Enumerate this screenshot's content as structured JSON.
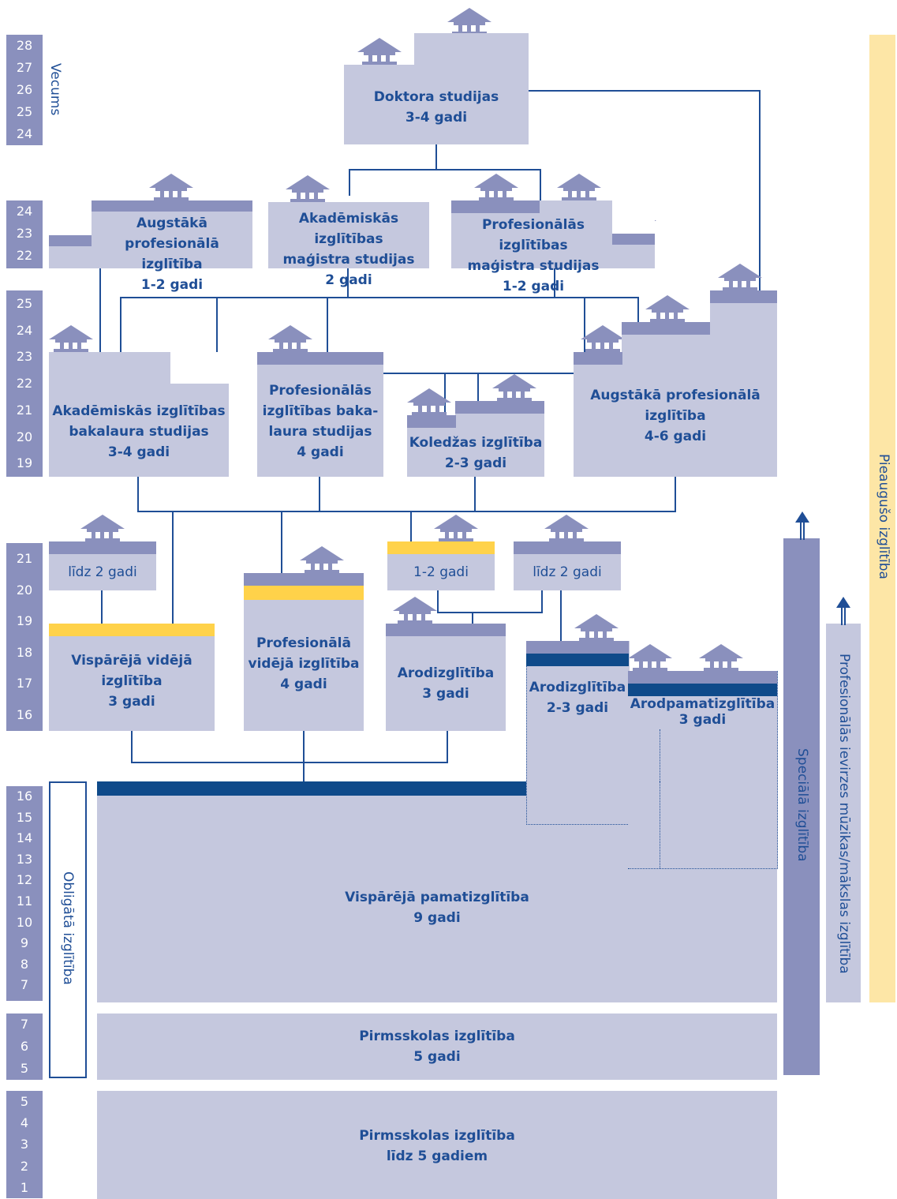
{
  "age_groups": {
    "g1": [
      "28",
      "27",
      "26",
      "25",
      "24"
    ],
    "g2": [
      "24",
      "23",
      "22"
    ],
    "g3": [
      "25",
      "24",
      "23",
      "22",
      "21",
      "20",
      "19"
    ],
    "g4": [
      "21",
      "20",
      "19",
      "18",
      "17",
      "16"
    ],
    "g5": [
      "16",
      "15",
      "14",
      "13",
      "12",
      "11",
      "10",
      "9",
      "8",
      "7"
    ],
    "g6": [
      "7",
      "6",
      "5"
    ],
    "g7": [
      "5",
      "4",
      "3",
      "2",
      "1"
    ]
  },
  "labels": {
    "vecums": "Vecums",
    "obligata": "Obligātā izglītība",
    "speciala": "Speciālā izglītība",
    "profesionalas_ievirzes": "Profesionālās ievirzes mūzikas/mākslas izglītība",
    "pieauguso": "Pieaugušo izglītība"
  },
  "boxes": {
    "doktora": [
      "Doktora studijas",
      "3-4 gadi"
    ],
    "augst_prof_top": [
      "Augstākā profesionālā",
      "izglītība",
      "1-2 gadi"
    ],
    "akad_magistra": [
      "Akadēmiskās izglītības",
      "maģistra studijas",
      "2 gadi"
    ],
    "prof_magistra": [
      "Profesionālās izglītības",
      "maģistra studijas",
      "1-2 gadi"
    ],
    "akad_bakalaura": [
      "Akadēmiskās izglītības",
      "bakalaura studijas",
      "3-4 gadi"
    ],
    "prof_bakalaura": [
      "Profesionālās",
      "izglītības baka-",
      "laura studijas",
      "4 gadi"
    ],
    "koledzas": [
      "Koledžas izglītība",
      "2-3 gadi"
    ],
    "augst_prof_mid": [
      "Augstākā profesionālā",
      "izglītība",
      "4-6 gadi"
    ],
    "lidz2_a": [
      "līdz 2 gadi"
    ],
    "gadi_1_2": [
      "1-2 gadi"
    ],
    "lidz2_b": [
      "līdz 2 gadi"
    ],
    "visparejas_videja": [
      "Vispārējā vidējā",
      "izglītība",
      "3 gadi"
    ],
    "profesionala_videja": [
      "Profesionālā",
      "vidējā izglītība",
      "4 gadi"
    ],
    "arodizglitiba_3": [
      "Arodizglītība",
      "3 gadi"
    ],
    "arodizglitiba_23": [
      "Arodizglītība",
      "2-3 gadi"
    ],
    "arodpamat": [
      "Arodpamatizglītība",
      "3 gadi"
    ],
    "pamatizglitiba": [
      "Vispārējā pamatizglītība",
      "9 gadi"
    ],
    "pirmsskola_5": [
      "Pirmsskolas izglītība",
      "5 gadi"
    ],
    "pirmsskola_lidz5": [
      "Pirmsskolas izglītība",
      "līdz 5 gadiem"
    ]
  },
  "icons": {
    "house": "graduation-building-icon",
    "arrow": "arrow-up-icon"
  },
  "colors": {
    "box": "#c5c8de",
    "bar": "#8a90bd",
    "dark_bar": "#0f4a8a",
    "yellow_bar": "#ffd24a",
    "adult_band": "#fde6a6",
    "text": "#1f4e96"
  }
}
